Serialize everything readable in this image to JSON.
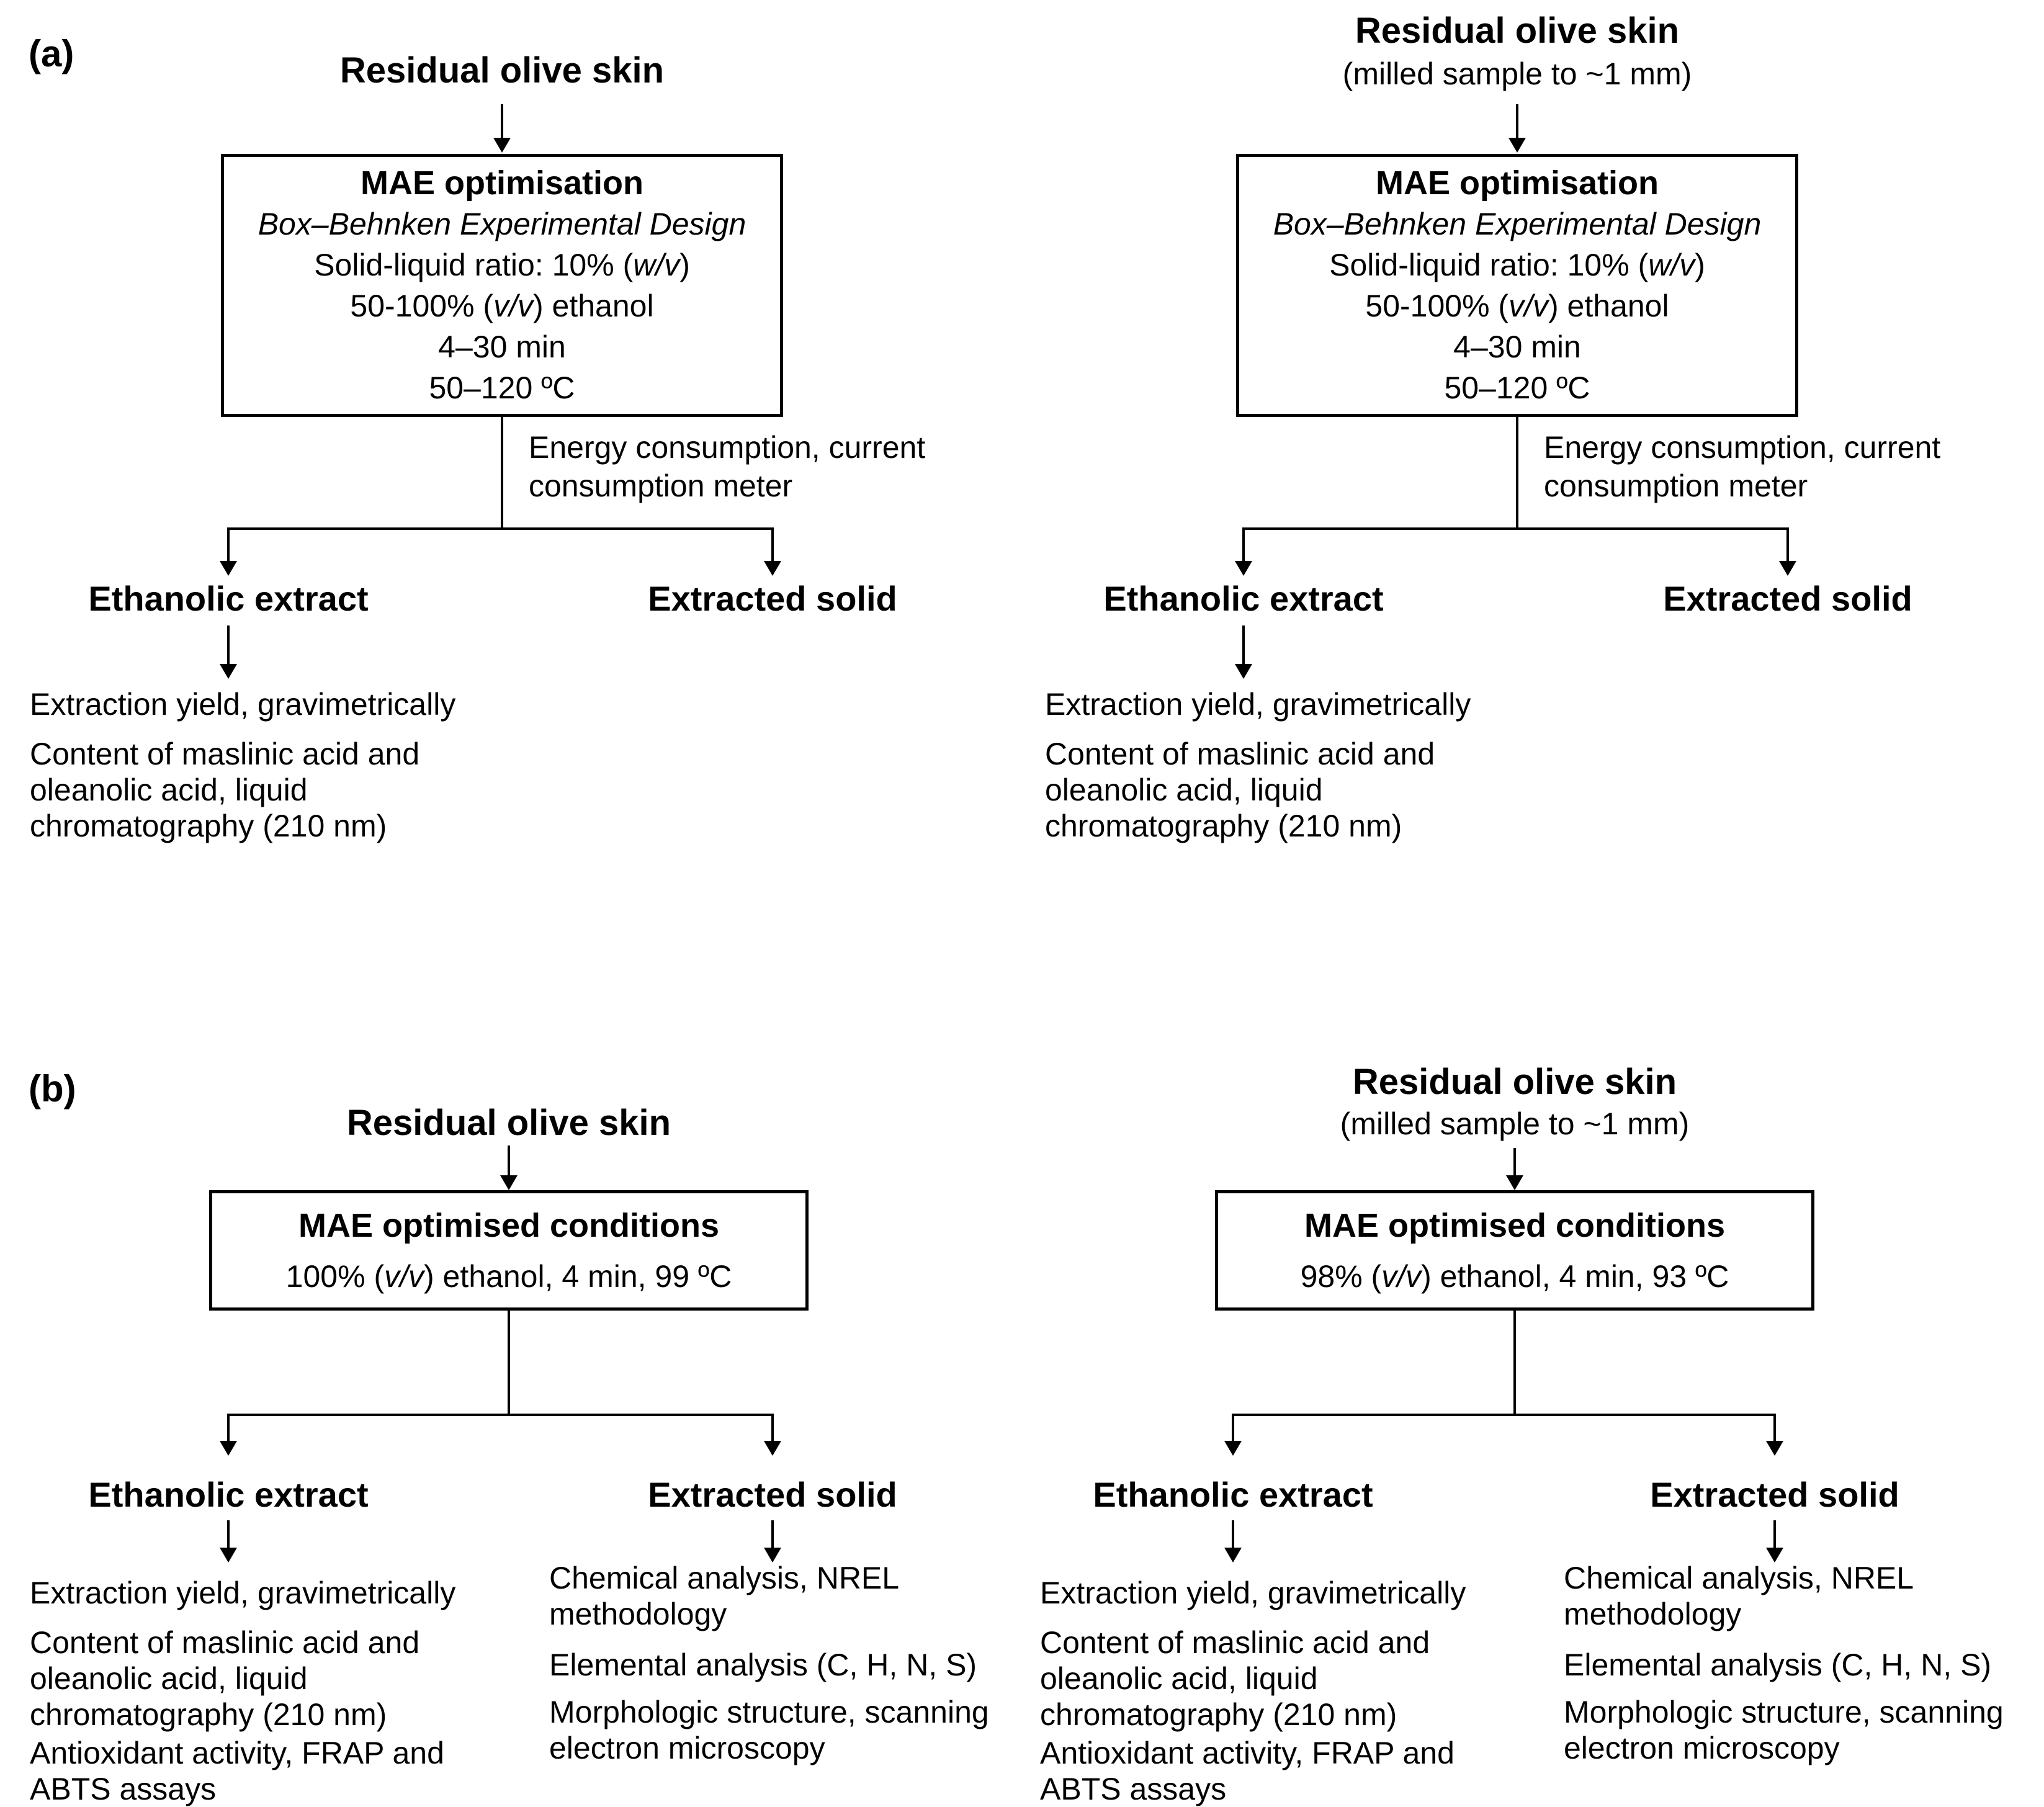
{
  "panel_a": {
    "label": "(a)",
    "charts": [
      {
        "title": "Residual olive skin",
        "box": {
          "heading": "MAE optimisation",
          "design_line": [
            {
              "t": "Box–Behnken Experimental Design",
              "i": true
            }
          ],
          "ratio_line": [
            {
              "t": "Solid-liquid ratio: 10% ("
            },
            {
              "t": "w/v",
              "i": true
            },
            {
              "t": ")"
            }
          ],
          "ethanol_line": [
            {
              "t": "50-100% ("
            },
            {
              "t": "v/v",
              "i": true
            },
            {
              "t": ") ethanol"
            }
          ],
          "time_line": "4–30 min",
          "temp_line": "50–120 ºC"
        },
        "connector_label": "Energy consumption, current\nconsumption meter",
        "left_branch": {
          "heading": "Ethanolic extract",
          "items": [
            "Extraction yield, gravimetrically",
            "Content of maslinic acid and\noleanolic acid, liquid\nchromatography (210 nm)"
          ]
        },
        "right_branch": {
          "heading": "Extracted solid"
        }
      },
      {
        "title": "Residual olive skin",
        "subtitle": "(milled sample to ~1 mm)",
        "box": {
          "heading": "MAE optimisation",
          "design_line": [
            {
              "t": "Box–Behnken Experimental Design",
              "i": true
            }
          ],
          "ratio_line": [
            {
              "t": "Solid-liquid ratio: 10% ("
            },
            {
              "t": "w/v",
              "i": true
            },
            {
              "t": ")"
            }
          ],
          "ethanol_line": [
            {
              "t": "50-100% ("
            },
            {
              "t": "v/v",
              "i": true
            },
            {
              "t": ") ethanol"
            }
          ],
          "time_line": "4–30 min",
          "temp_line": "50–120 ºC"
        },
        "connector_label": "Energy consumption, current\nconsumption meter",
        "left_branch": {
          "heading": "Ethanolic extract",
          "items": [
            "Extraction yield, gravimetrically",
            "Content of maslinic acid and\noleanolic acid, liquid\nchromatography (210 nm)"
          ]
        },
        "right_branch": {
          "heading": "Extracted solid"
        }
      }
    ]
  },
  "panel_b": {
    "label": "(b)",
    "charts": [
      {
        "title": "Residual olive skin",
        "box": {
          "heading": "MAE optimised conditions",
          "conditions_line": [
            {
              "t": "100% ("
            },
            {
              "t": "v/v",
              "i": true
            },
            {
              "t": ") ethanol, 4 min, 99 ºC"
            }
          ]
        },
        "left_branch": {
          "heading": "Ethanolic extract",
          "items": [
            "Extraction yield, gravimetrically",
            "Content of maslinic acid and\noleanolic acid, liquid\nchromatography (210 nm)",
            "Antioxidant activity, FRAP and\nABTS assays"
          ]
        },
        "right_branch": {
          "heading": "Extracted solid",
          "items": [
            "Chemical analysis, NREL\nmethodology",
            "Elemental analysis (C, H, N, S)",
            "Morphologic structure, scanning\nelectron microscopy"
          ]
        }
      },
      {
        "title": "Residual olive skin",
        "subtitle": "(milled sample to ~1 mm)",
        "box": {
          "heading": "MAE optimised conditions",
          "conditions_line": [
            {
              "t": "98% ("
            },
            {
              "t": "v/v",
              "i": true
            },
            {
              "t": ") ethanol, 4 min, 93 ºC"
            }
          ]
        },
        "left_branch": {
          "heading": "Ethanolic extract",
          "items": [
            "Extraction yield, gravimetrically",
            "Content of maslinic acid and\noleanolic acid, liquid\nchromatography (210 nm)",
            "Antioxidant activity, FRAP and\nABTS assays"
          ]
        },
        "right_branch": {
          "heading": "Extracted solid",
          "items": [
            "Chemical analysis, NREL\nmethodology",
            "Elemental analysis (C, H, N, S)",
            "Morphologic structure, scanning\nelectron microscopy"
          ]
        }
      }
    ]
  }
}
